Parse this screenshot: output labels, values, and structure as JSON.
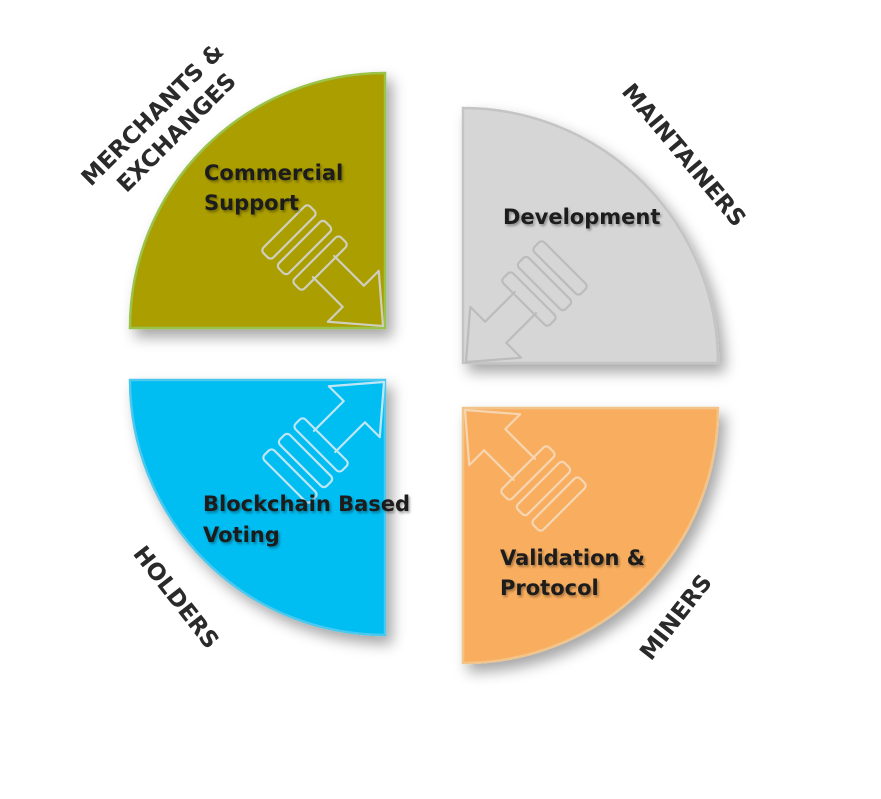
{
  "quadrants": {
    "top_left": {
      "role": "MERCHANTS &",
      "role2": "EXCHANGES",
      "line1": "Commercial",
      "line2": "Support",
      "color": "#ab9e00",
      "edge": "#9bc24a"
    },
    "top_right": {
      "role": "MAINTAINERS",
      "line1": "Development",
      "color": "#d6d6d6",
      "edge": "#c4c4c4"
    },
    "bottom_left": {
      "role": "HOLDERS",
      "line1": "Blockchain Based",
      "line2": "Voting",
      "color": "#00bdf2",
      "edge": "#4cc8ee"
    },
    "bottom_right": {
      "role": "MINERS",
      "line1": "Validation &",
      "line2": "Protocol",
      "color": "#f9ae5e",
      "edge": "#f2c48a"
    }
  }
}
